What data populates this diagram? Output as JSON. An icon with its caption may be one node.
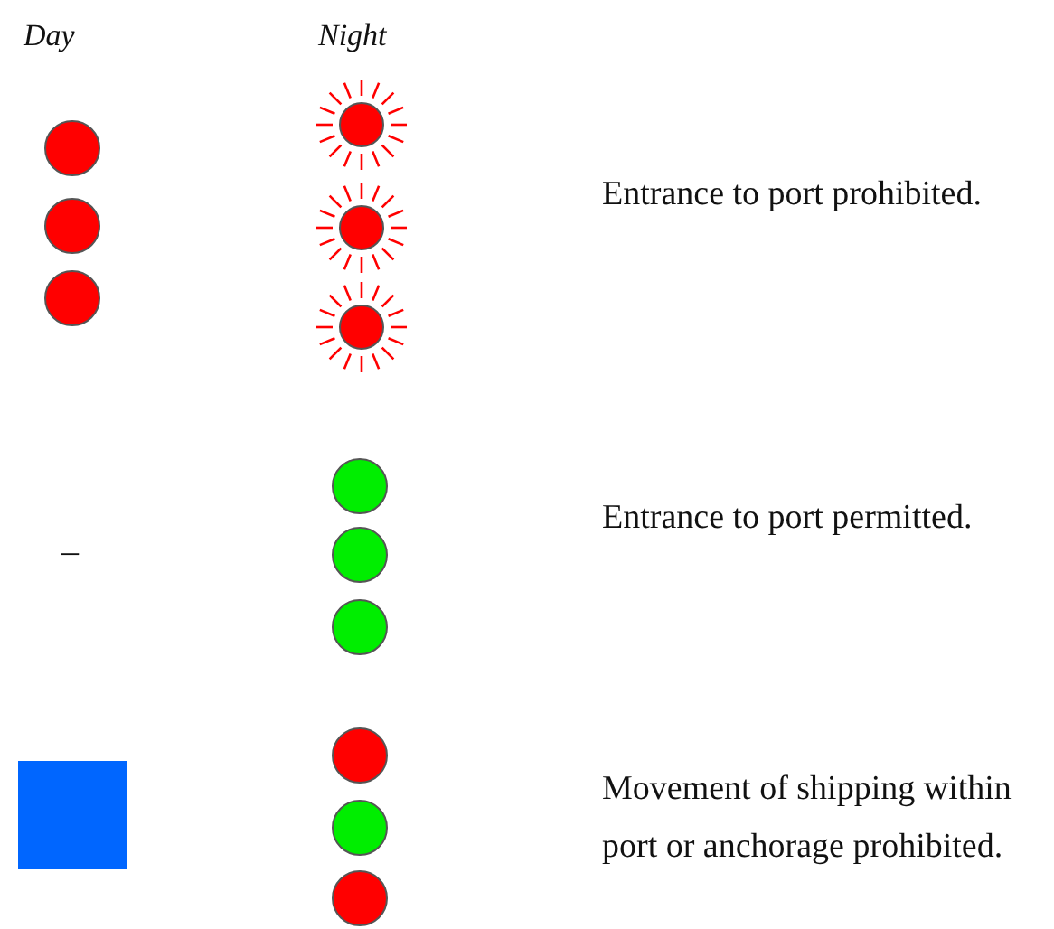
{
  "diagram": {
    "labels": [
      "Day",
      "Night",
      "Entrance to port prohibited.",
      "–",
      "Entrance to port permitted.",
      "Movement of shipping within port or anchorage prohibited."
    ]
  }
}
